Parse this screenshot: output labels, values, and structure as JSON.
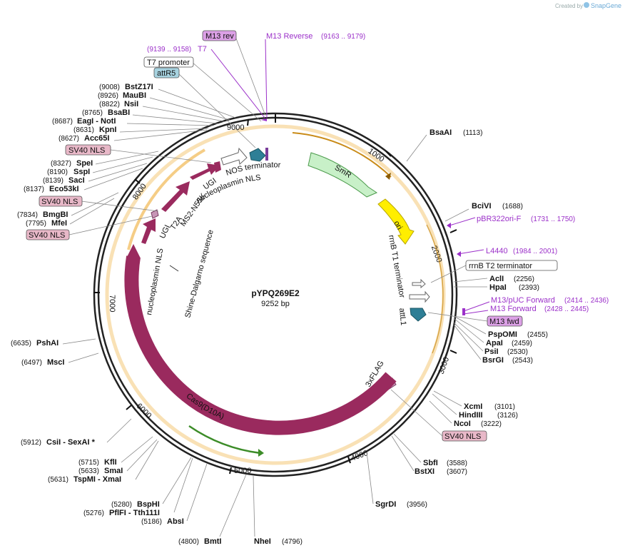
{
  "header": {
    "created_by": "Created by",
    "brand": "SnapGene"
  },
  "plasmid": {
    "name": "pYPQ269E2",
    "length_label": "9252 bp",
    "total_bp": 9252
  },
  "colors": {
    "cas9": "#9a2a5e",
    "smr": "#c8f0c8",
    "ori": "#ffee00",
    "backbone": "#f4c879",
    "primer": "#9b30c9",
    "attr": "#2e7f96"
  },
  "ticks": [
    "1000",
    "2000",
    "3000",
    "4000",
    "5000",
    "6000",
    "7000",
    "8000",
    "9000"
  ],
  "sites_right": [
    {
      "name": "BsaAI",
      "pos": "(1113)"
    },
    {
      "name": "BciVI",
      "pos": "(1688)"
    },
    {
      "name": "AclI",
      "pos": "(2256)"
    },
    {
      "name": "HpaI",
      "pos": "(2393)"
    },
    {
      "name": "PspOMI",
      "pos": "(2455)"
    },
    {
      "name": "ApaI",
      "pos": "(2459)"
    },
    {
      "name": "PsiI",
      "pos": "(2530)"
    },
    {
      "name": "BsrGI",
      "pos": "(2543)"
    },
    {
      "name": "XcmI",
      "pos": "(3101)"
    },
    {
      "name": "HindIII",
      "pos": "(3126)"
    },
    {
      "name": "NcoI",
      "pos": "(3222)"
    },
    {
      "name": "SbfI",
      "pos": "(3588)"
    },
    {
      "name": "BstXI",
      "pos": "(3607)"
    },
    {
      "name": "SgrDI",
      "pos": "(3956)"
    }
  ],
  "sites_bottom": [
    {
      "name": "BmtI",
      "pos": "(4800)"
    },
    {
      "name": "NheI",
      "pos": "(4796)"
    }
  ],
  "sites_left": [
    {
      "name": "BstZ17I",
      "pos": "(9008)"
    },
    {
      "name": "MauBI",
      "pos": "(8926)"
    },
    {
      "name": "NsiI",
      "pos": "(8822)"
    },
    {
      "name": "BsaBI",
      "pos": "(8765)"
    },
    {
      "name": "EagI  -  NotI",
      "pos": "(8687)"
    },
    {
      "name": "KpnI",
      "pos": "(8631)"
    },
    {
      "name": "Acc65I",
      "pos": "(8627)"
    },
    {
      "name": "SpeI",
      "pos": "(8327)"
    },
    {
      "name": "SspI",
      "pos": "(8190)"
    },
    {
      "name": "SacI",
      "pos": "(8139)"
    },
    {
      "name": "Eco53kI",
      "pos": "(8137)"
    },
    {
      "name": "BmgBI",
      "pos": "(7834)"
    },
    {
      "name": "MfeI",
      "pos": "(7795)"
    },
    {
      "name": "PshAI",
      "pos": "(6635)"
    },
    {
      "name": "MscI",
      "pos": "(6497)"
    },
    {
      "name": "CsiI  -  SexAI *",
      "pos": "(5912)"
    },
    {
      "name": "KflI",
      "pos": "(5715)"
    },
    {
      "name": "SmaI",
      "pos": "(5633)"
    },
    {
      "name": "TspMI  -  XmaI",
      "pos": "(5631)"
    },
    {
      "name": "BspHI",
      "pos": "(5280)"
    },
    {
      "name": "PflFI  -  Tth111I",
      "pos": "(5276)"
    },
    {
      "name": "AbsI",
      "pos": "(5186)"
    }
  ],
  "primers": [
    {
      "name": "M13 Reverse",
      "pos": "(9163 .. 9179)"
    },
    {
      "name": "T7",
      "pos": "(9139 .. 9158)"
    },
    {
      "name": "pBR322ori-F",
      "pos": "(1731 .. 1750)"
    },
    {
      "name": "L4440",
      "pos": "(1984 .. 2001)"
    },
    {
      "name": "M13/pUC Forward",
      "pos": "(2414 .. 2436)"
    },
    {
      "name": "M13 Forward",
      "pos": "(2428 .. 2445)"
    }
  ],
  "boxed_labels": {
    "m13rev": "M13 rev",
    "t7_promoter": "T7 promoter",
    "attr5": "attR5",
    "sv40_nls": "SV40 NLS",
    "rrnb_t2": "rrnB T2 terminator",
    "m13fwd": "M13 fwd"
  },
  "features": {
    "smr": "SmR",
    "ori": "ori",
    "rrnb_t1": "rrnB T1 terminator",
    "attl1": "attL1",
    "flag": "3xFLAG",
    "cas9": "Cas9(D10A)",
    "nos": "NOS terminator",
    "nucleoplasmin_nls": "nucleoplasmin NLS",
    "ugi": "UGI",
    "ms2": "MS2-N55K",
    "t2a": "T2A",
    "shine": "Shine-Dalgarno sequence"
  }
}
